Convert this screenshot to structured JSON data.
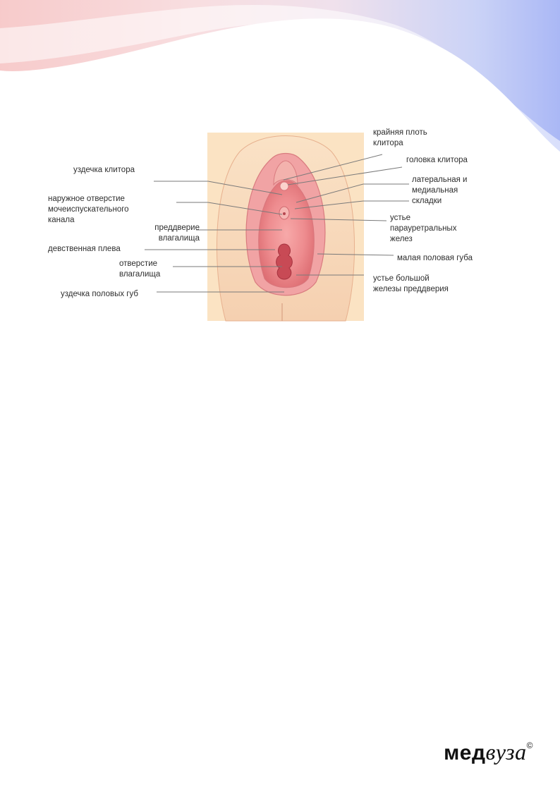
{
  "labels": {
    "prepuce": "крайняя плоть\nклитора",
    "frenulum_clitoris": "уздечка клитора",
    "glans_clitoris": "головка клитора",
    "lateral_medial_folds": "латеральная и\nмедиальная\nскладки",
    "urethral_opening": "наружное отверстие\nмочеиспускательного\nканала",
    "paraurethral_glands": "устье\nпарауретральных\nжелез",
    "vestibule": "преддверие\nвлагалища",
    "hymen": "девственная плева",
    "labia_minora": "малая половая губа",
    "vaginal_opening": "отверстие\nвлагалища",
    "greater_vestibular_gland": "устье большой\nжелезы преддверия",
    "frenulum_labiorum": "уздечка половых губ"
  },
  "logo": {
    "part1": "мед",
    "part2": "вуза",
    "copyright": "©"
  }
}
